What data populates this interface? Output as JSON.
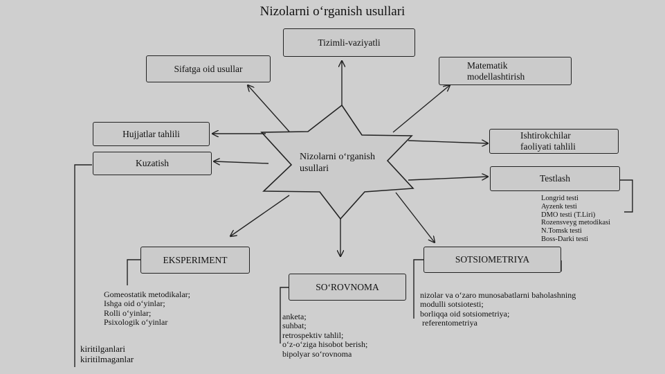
{
  "title": "Nizolarni o‘rganish usullari",
  "center": {
    "line1": "Nizolarni o‘rganish",
    "line2": "usullari"
  },
  "nodes": {
    "tizimli": "Tizimli-vaziyatli",
    "sifatga": "Sifatga oid usullar",
    "matematik": {
      "line1": "Matematik",
      "line2": "modellashtirish"
    },
    "hujjatlar": "Hujjatlar tahlili",
    "ishtirokchilar": {
      "line1": "Ishtirokchilar",
      "line2": "faoliyati tahlili"
    },
    "kuzatish": "Kuzatish",
    "testlash": "Testlash",
    "eksperiment": "EKSPERIMENT",
    "sorovnoma": "SO‘ROVNOMA",
    "sotsiometriya": "SOTSIOMETRIYA"
  },
  "lists": {
    "testlash": [
      "Longrid testi",
      "Ayzenk testi",
      "DMO testi (T.Liri)",
      "Rozensveyg metodikasi",
      "N.Tomsk testi",
      "Boss-Darki testi"
    ],
    "eksperiment": [
      "Gomeostatik metodikalar;",
      "Ishga oid o‘yinlar;",
      "Rolli o‘yinlar;",
      "Psixologik o‘yinlar"
    ],
    "sorovnoma": [
      "anketa;",
      "suhbat;",
      "retrospektiv tahlil;",
      "o‘z-o‘ziga hisobot berish;",
      "bipolyar so‘rovnoma"
    ],
    "sotsiometriya": [
      "nizolar va o‘zaro munosabatlarni baholashning",
      "modulli sotsiotesti;",
      "borliqqa oid sotsiometriya;",
      " referentometriya"
    ],
    "kuzatish": [
      "kiritilganlari",
      "kiritilmaganlar"
    ]
  }
}
